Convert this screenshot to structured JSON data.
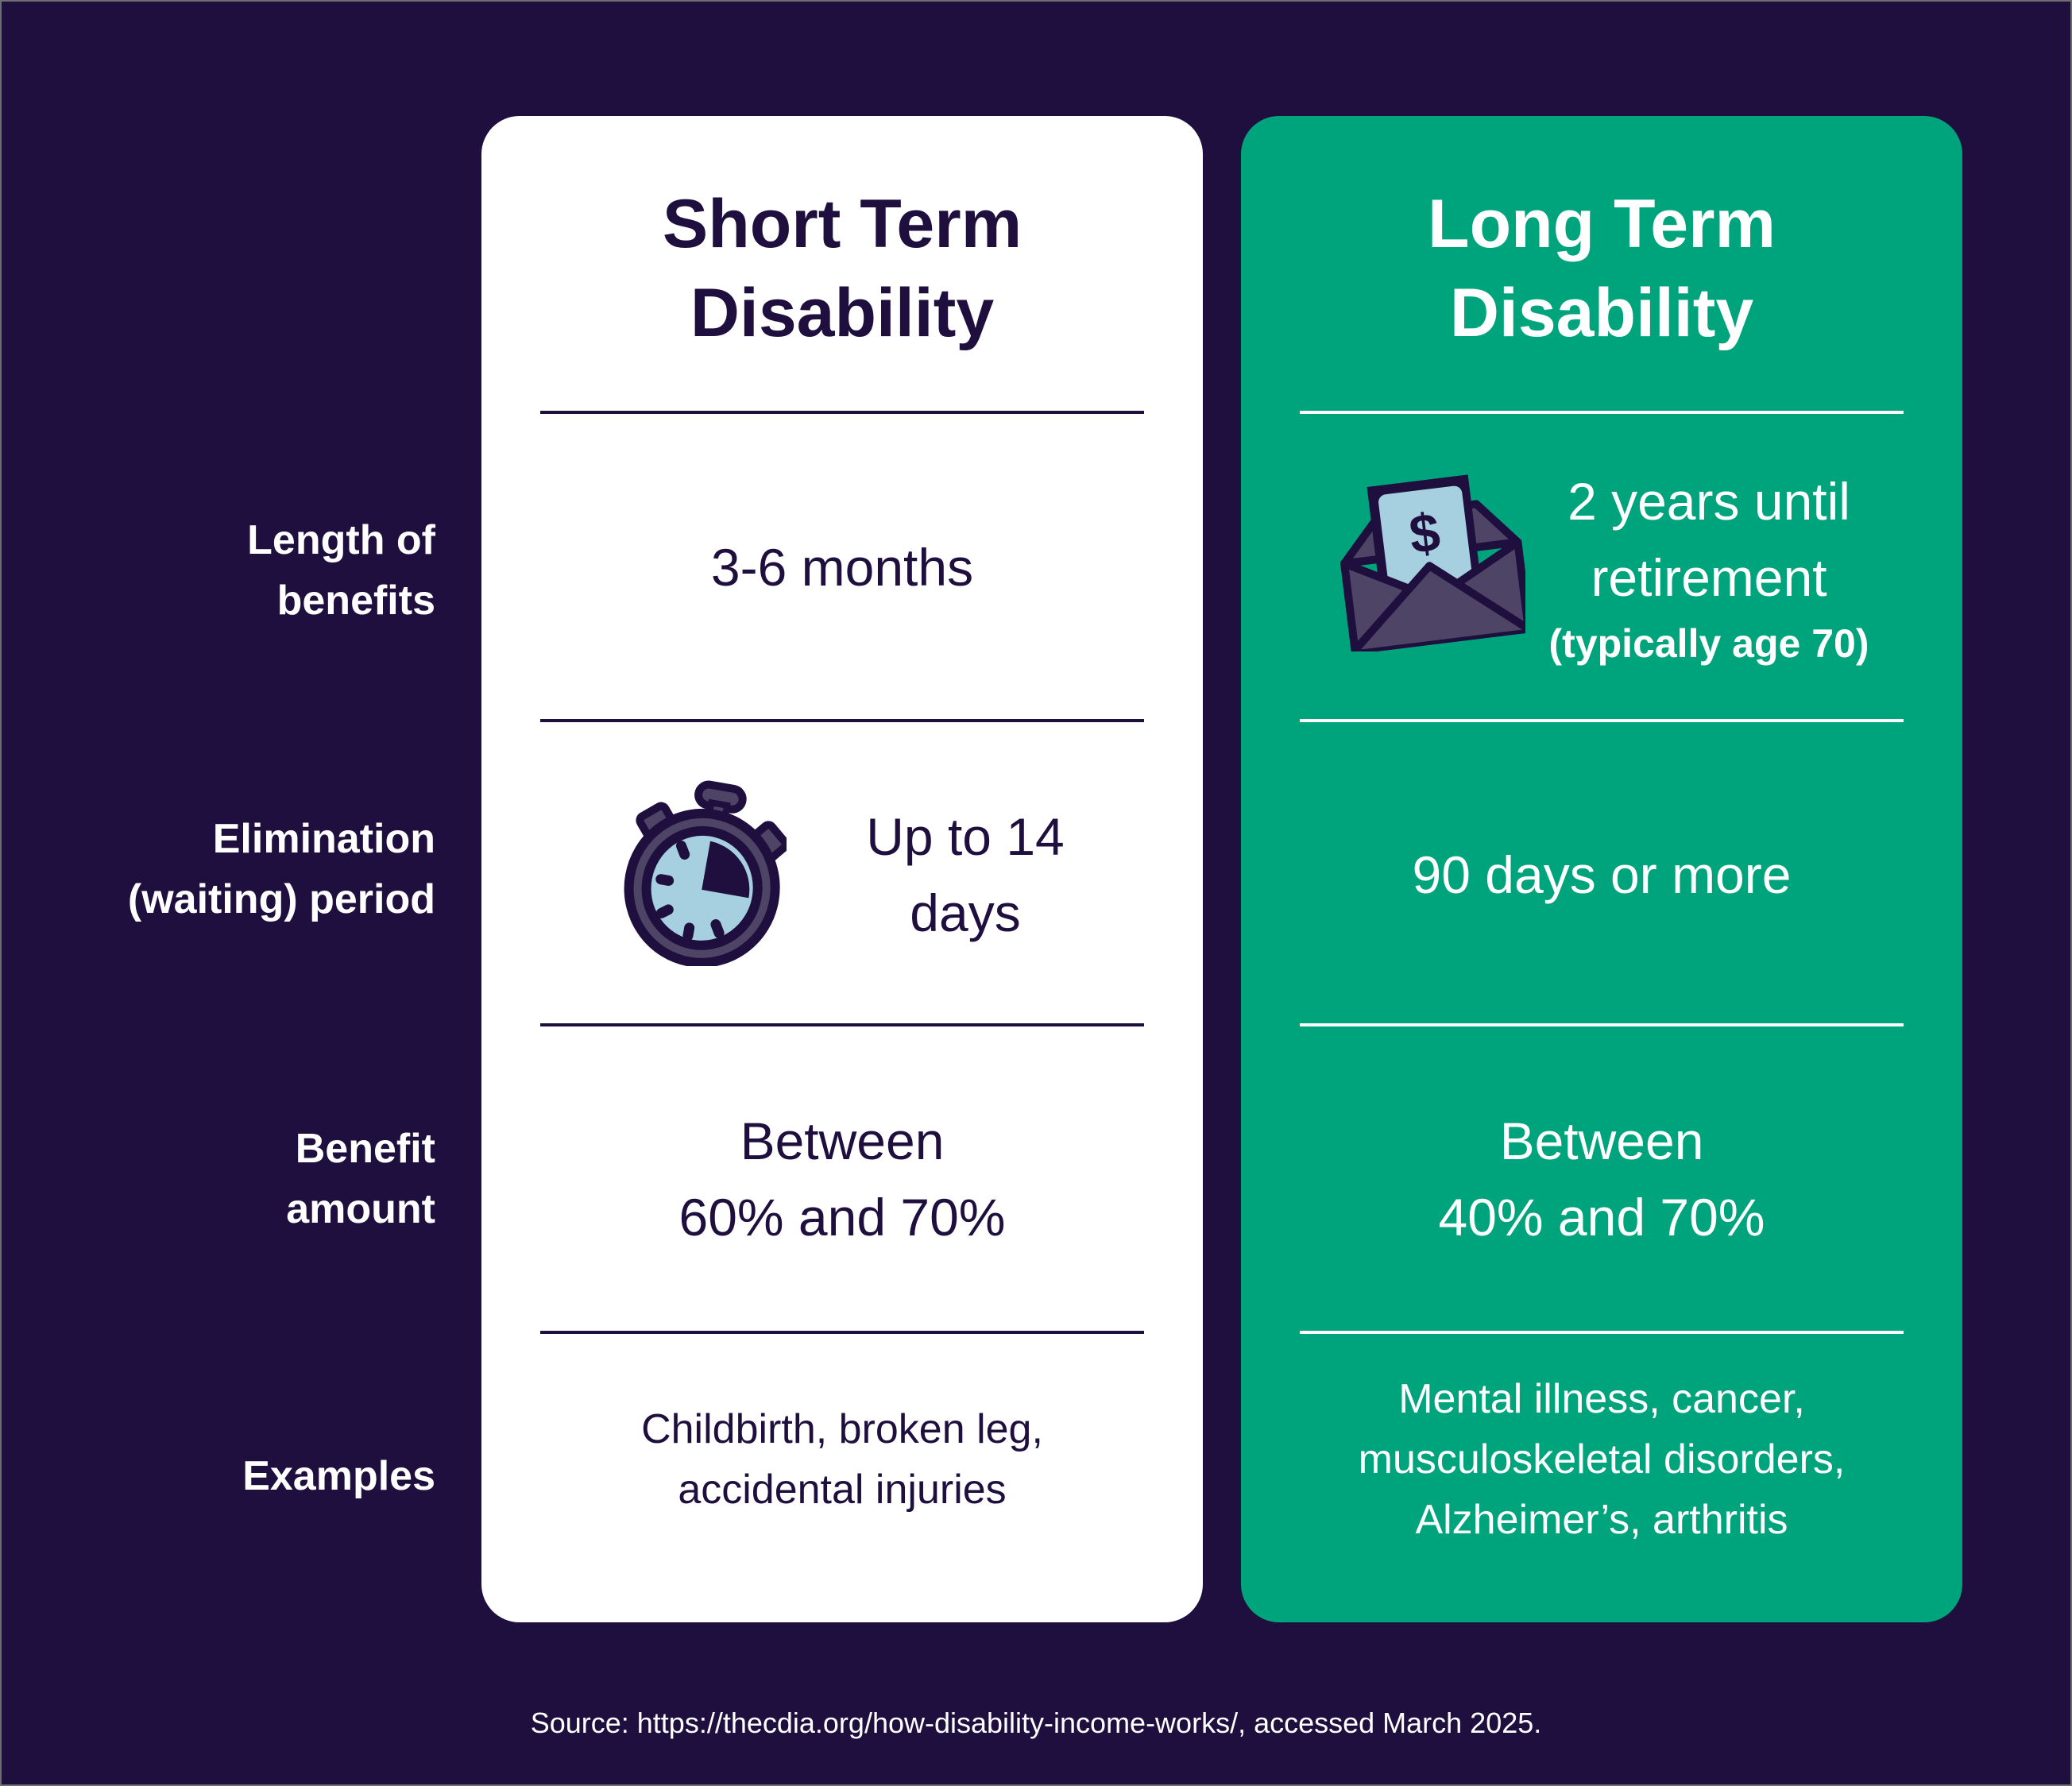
{
  "colors": {
    "background": "#1f0f3e",
    "short_card": "#ffffff",
    "long_card": "#00a47c",
    "icon_fill_dark": "#4e4466",
    "icon_fill_light": "#a6d0e0"
  },
  "row_labels": [
    {
      "line1": "Length of",
      "line2": "benefits"
    },
    {
      "line1": "Elimination",
      "line2": "(waiting) period"
    },
    {
      "line1": "Benefit",
      "line2": "amount"
    },
    {
      "line1": "Examples",
      "line2": ""
    }
  ],
  "short_term": {
    "title_line1": "Short Term",
    "title_line2": "Disability",
    "length": "3-6 months",
    "elimination_line1": "Up to 14",
    "elimination_line2": "days",
    "elimination_icon": "stopwatch-icon",
    "benefit_line1": "Between",
    "benefit_line2": "60% and 70%",
    "examples_line1": "Childbirth, broken leg,",
    "examples_line2": "accidental injuries"
  },
  "long_term": {
    "title_line1": "Long Term",
    "title_line2": "Disability",
    "length_line1": "2 years until",
    "length_line2": "retirement",
    "length_note": "(typically age 70)",
    "length_icon": "money-envelope-icon",
    "elimination": "90 days or more",
    "benefit_line1": "Between",
    "benefit_line2": "40% and 70%",
    "examples_line1": "Mental illness, cancer,",
    "examples_line2": "musculoskeletal disorders,",
    "examples_line3": "Alzheimer’s, arthritis"
  },
  "source": "Source: https://thecdia.org/how-disability-income-works/, accessed March 2025."
}
